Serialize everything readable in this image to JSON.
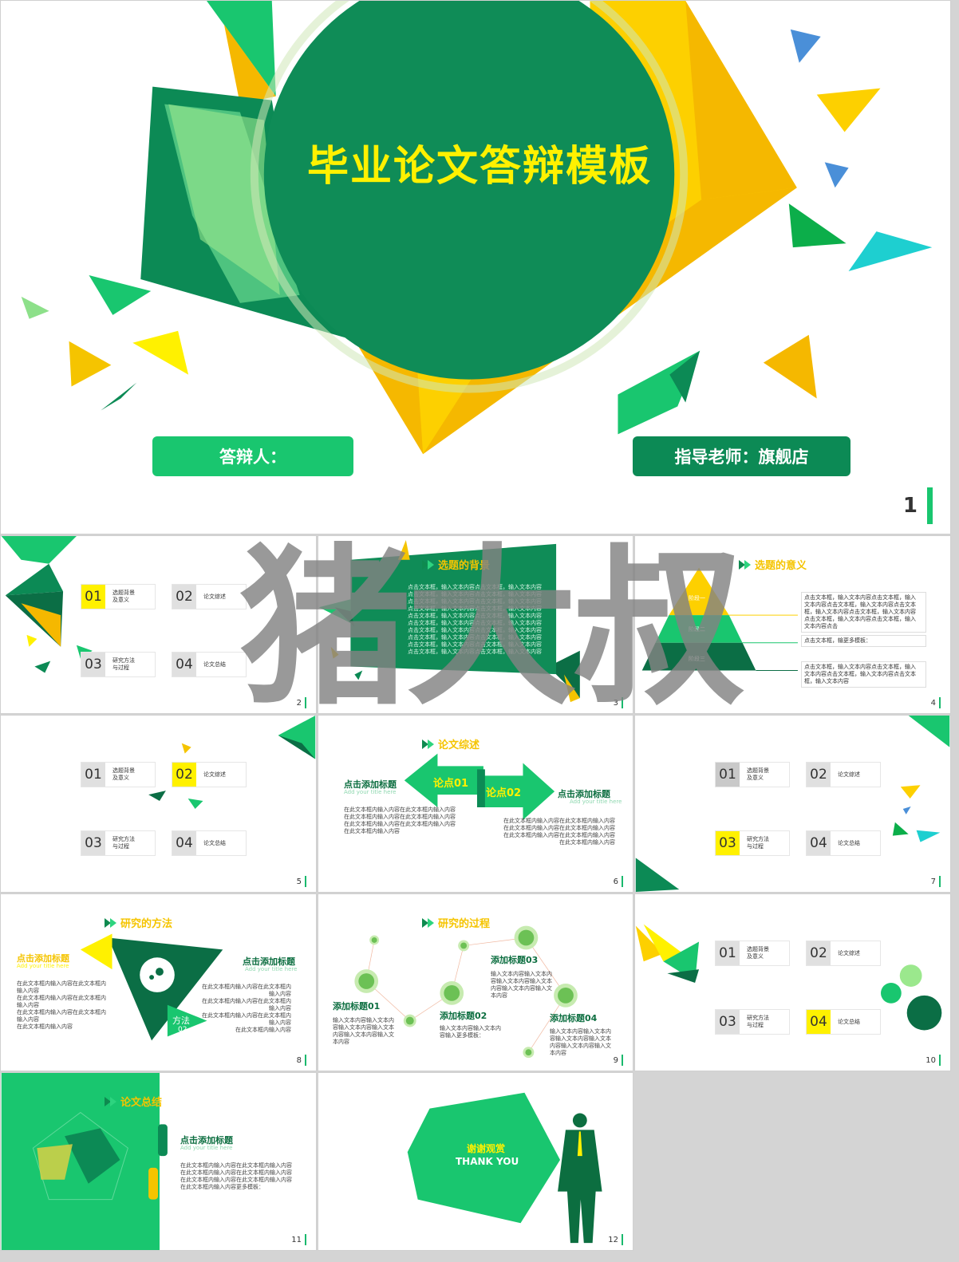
{
  "slide1": {
    "title": "毕业论文答辩模板",
    "presenter": "答辩人：",
    "advisor": "指导老师：旗舰店",
    "number": "1"
  },
  "toc": {
    "n01": "01",
    "n02": "02",
    "n03": "03",
    "n04": "04",
    "l01": "选题背景\n及意义",
    "l02": "论文综述",
    "l03": "研究方法\n与过程",
    "l04": "论文总结"
  },
  "slide3": {
    "title": "选题的背景",
    "body": "点击文本框，输入文本内容点击文本框，输入文本内容\n点击文本框，输入文本内容点击文本框，输入文本内容\n点击文本框，输入文本内容点击文本框，输入文本内容\n点击文本框，输入文本内容点击文本框，输入文本内容\n点击文本框，输入文本内容点击文本框，输入文本内容\n点击文本框，输入文本内容点击文本框，输入文本内容\n点击文本框，输入文本内容点击文本框，输入文本内容\n点击文本框，输入文本内容点击文本框，输入文本内容\n点击文本框，输入文本内容点击文本框，输入文本内容\n点击文本框，输入文本内容点击文本框，输入文本内容"
  },
  "slide4": {
    "title": "选题的意义",
    "stage1": "阶段一",
    "stage2": "阶段二",
    "stage3": "阶段三",
    "box1": "点击文本框，输入文本内容点击文本框，输入\n文本内容点击文本框，输入文本内容点击文本\n框，输入文本内容点击文本框，输入文本内容\n点击文本框，输入文本内容点击文本框，输入\n文本内容点击",
    "box2": "点击文本框，输更多模板：",
    "box3": "点击文本框，输入文本内容点击文本框，输入\n文本内容点击文本框，输入文本内容点击文本\n框，输入文本内容"
  },
  "slide6": {
    "title": "论文综述",
    "point1": "论点01",
    "point2": "论点02",
    "head_left": "点击添加标题",
    "sub_left": "Add your title here",
    "head_right": "点击添加标题",
    "sub_right": "Add your title here",
    "body_left": "在此文本框内输入内容在此文本框内输入内容\n在此文本框内输入内容在此文本框内输入内容\n在此文本框内输入内容在此文本框内输入内容\n在此文本框内输入内容",
    "body_right": "在此文本框内输入内容在此文本框内输入内容\n在此文本框内输入内容在此文本框内输入内容\n在此文本框内输入内容在此文本框内输入内容\n在此文本框内输入内容"
  },
  "slide8": {
    "title": "研究的方法",
    "method": "方法",
    "method_num": "02",
    "head_left": "点击添加标题",
    "sub_left": "Add your title here",
    "head_right": "点击添加标题",
    "sub_right": "Add your title here",
    "body_left": "在此文本框内输入内容在此文本框内\n输入内容\n在此文本框内输入内容在此文本框内\n输入内容\n在此文本框内输入内容在此文本框内\n输入内容\n在此文本框内输入内容",
    "body_right": "在此文本框内输入内容在此文本框内\n输入内容\n在此文本框内输入内容在此文本框内\n输入内容\n在此文本框内输入内容在此文本框内\n输入内容\n在此文本框内输入内容"
  },
  "slide9": {
    "title": "研究的过程",
    "t1": "添加标题01",
    "t2": "添加标题02",
    "t3": "添加标题03",
    "t4": "添加标题04",
    "b1": "输入文本内容输入文本内\n容输入文本内容输入文本\n内容输入文本内容输入文\n本内容",
    "b2": "输入文本内容输入文本内\n容输入更多模板：",
    "b3": "输入文本内容输入文本内\n容输入文本内容输入文本\n内容输入文本内容输入文\n本内容",
    "b4": "输入文本内容输入文本内\n容输入文本内容输入文本\n内容输入文本内容输入文\n本内容"
  },
  "slide11": {
    "title": "论文总结",
    "head": "点击添加标题",
    "sub": "Add your title here",
    "body": "在此文本框内输入内容在此文本框内输入内容\n在此文本框内输入内容在此文本框内输入内容\n在此文本框内输入内容在此文本框内输入内容\n在此文本框内输入内容更多模板："
  },
  "slide12": {
    "thanks_cn": "谢谢观赏",
    "thanks_en": "THANK YOU"
  },
  "numbers": {
    "s2": "2",
    "s3": "3",
    "s4": "4",
    "s5": "5",
    "s6": "6",
    "s7": "7",
    "s8": "8",
    "s9": "9",
    "s10": "10",
    "s11": "11",
    "s12": "12"
  },
  "watermark": "猪大叔",
  "colors": {
    "green": "#19c66f",
    "dark_green": "#0c8a55",
    "yellow": "#f5c400",
    "bright_yellow": "#fff100"
  }
}
